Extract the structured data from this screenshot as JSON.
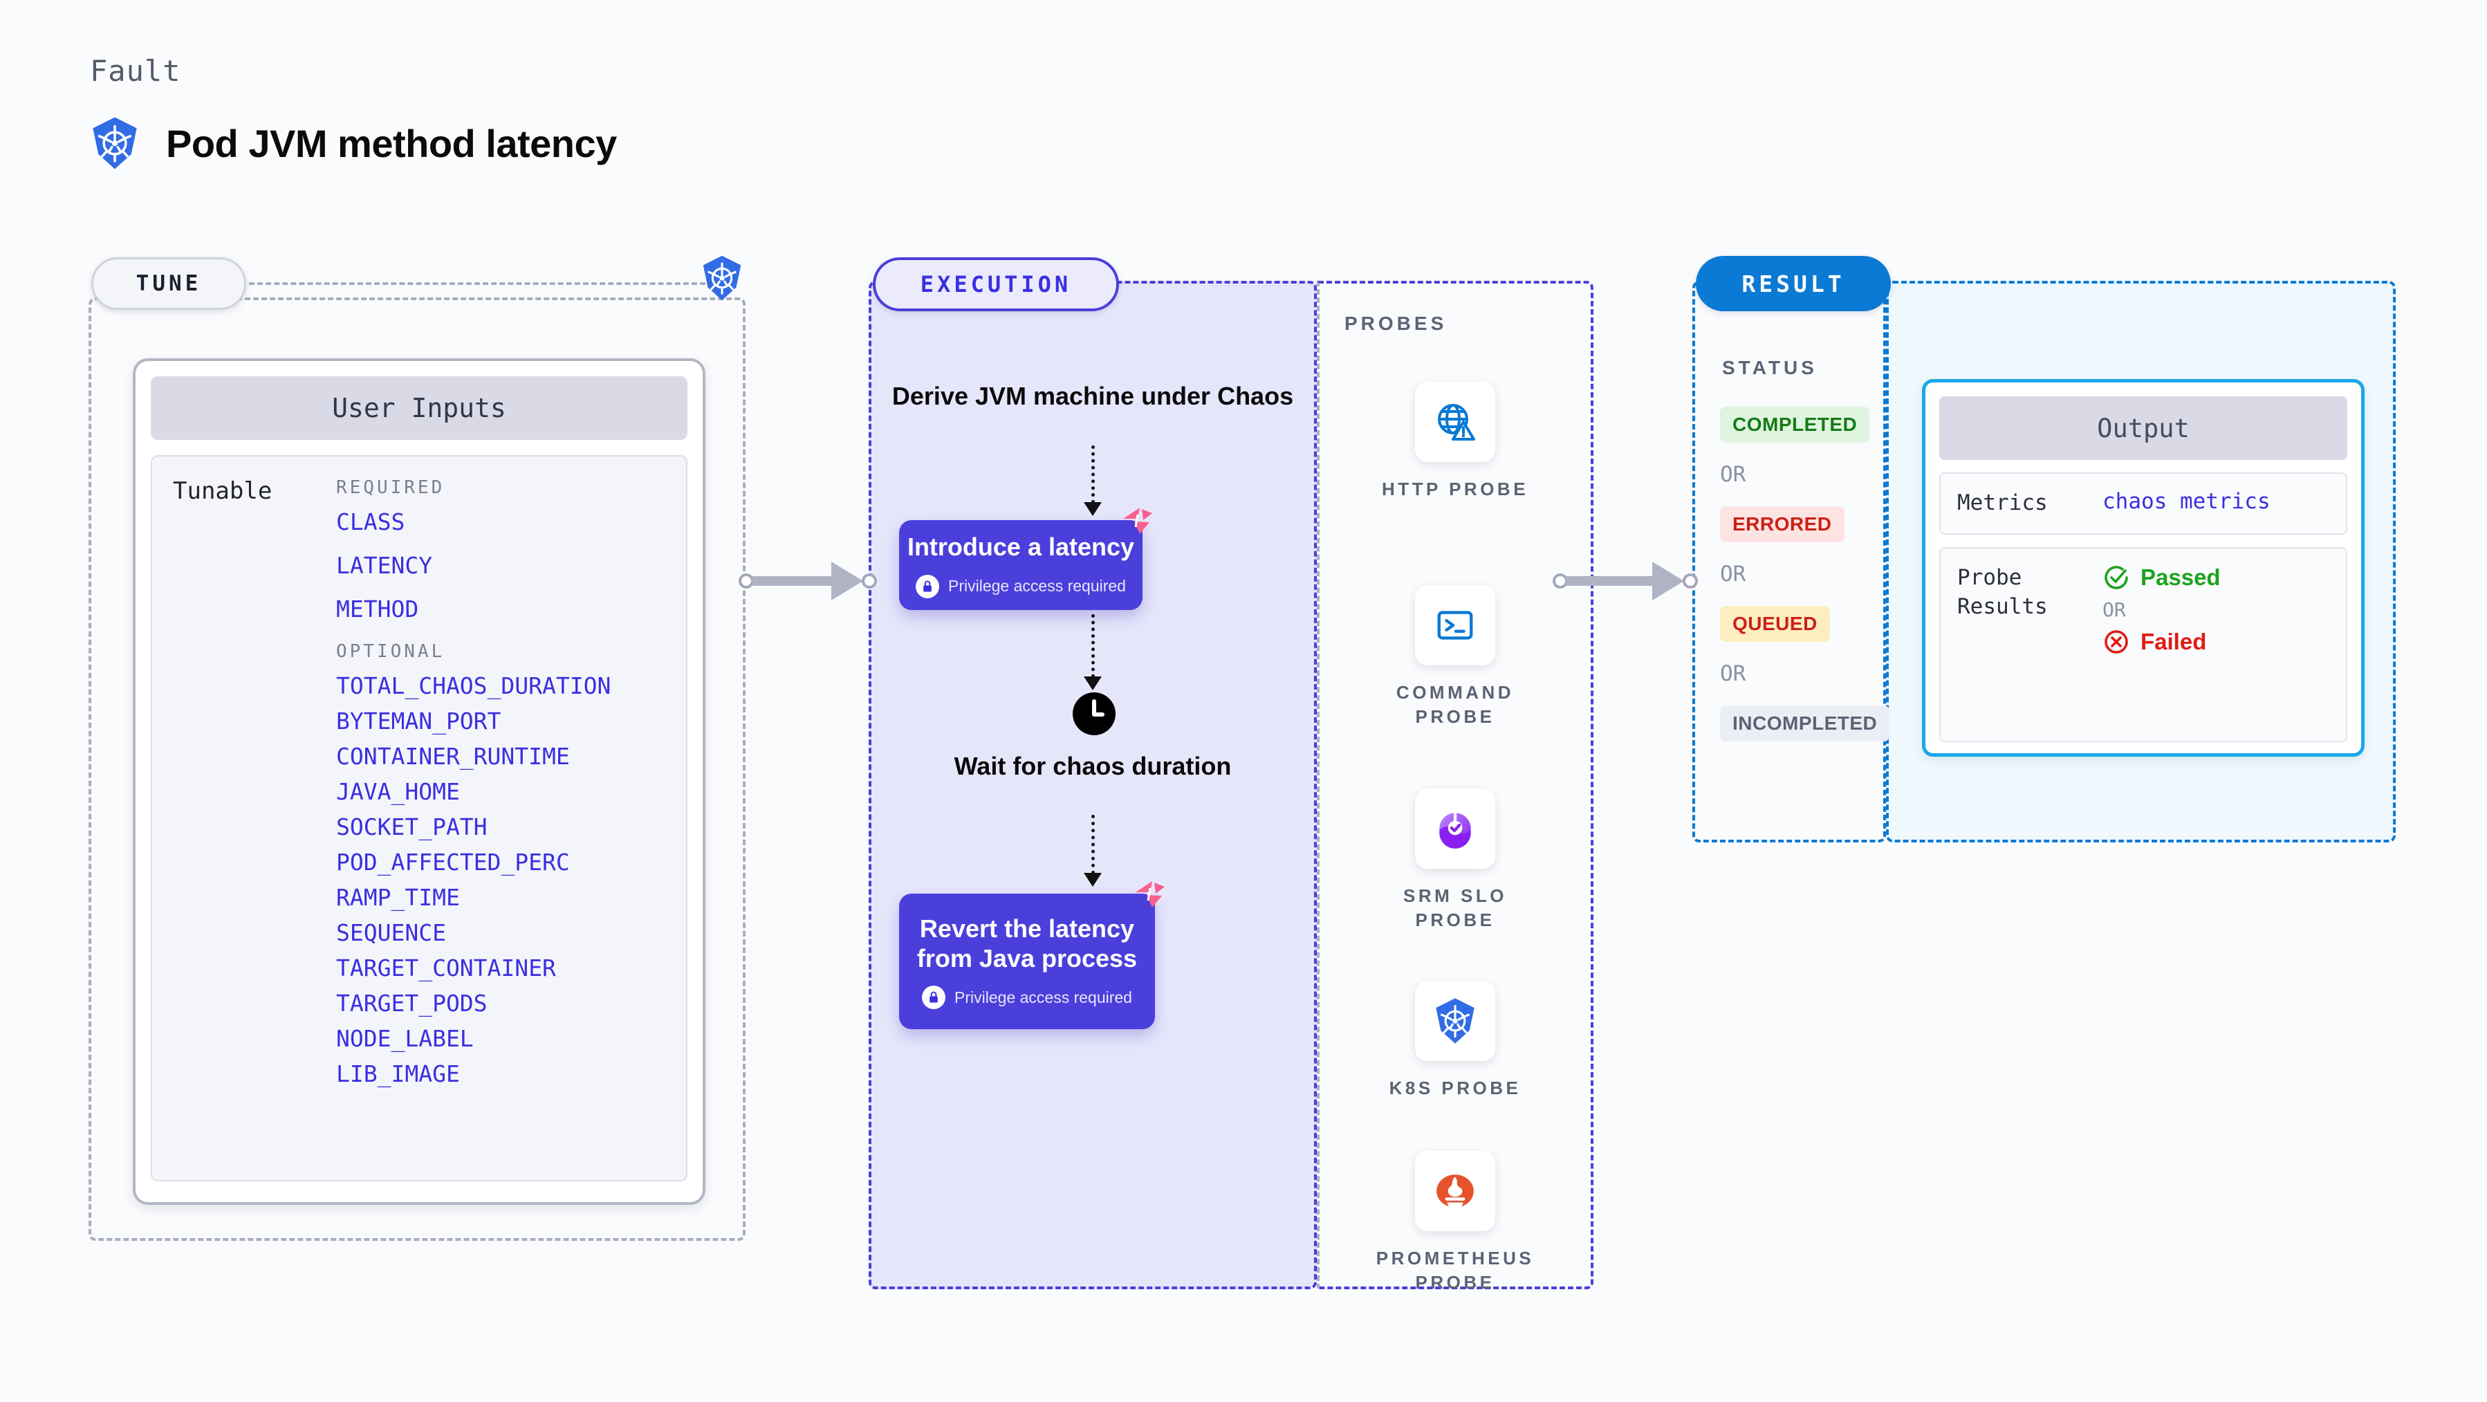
{
  "header": {
    "kicker": "Fault",
    "title": "Pod JVM method latency",
    "icon": "kubernetes-icon"
  },
  "tune": {
    "pill_label": "TUNE",
    "badge_icon": "kubernetes-icon",
    "card": {
      "title": "User Inputs",
      "row_label": "Tunable",
      "required_label": "REQUIRED",
      "required": [
        "CLASS",
        "LATENCY",
        "METHOD"
      ],
      "optional_label": "OPTIONAL",
      "optional": [
        "TOTAL_CHAOS_DURATION",
        "BYTEMAN_PORT",
        "CONTAINER_RUNTIME",
        "JAVA_HOME",
        "SOCKET_PATH",
        "POD_AFFECTED_PERC",
        "RAMP_TIME",
        "SEQUENCE",
        "TARGET_CONTAINER",
        "TARGET_PODS",
        "NODE_LABEL",
        "LIB_IMAGE"
      ]
    }
  },
  "execution": {
    "pill_label": "EXECUTION",
    "steps": [
      {
        "type": "text",
        "label": "Derive JVM machine\nunder Chaos"
      },
      {
        "type": "card",
        "label": "Introduce a latency",
        "privilege": "Privilege access required",
        "badge": "litmus-mark-icon",
        "lock": "lock-icon"
      },
      {
        "type": "clock",
        "icon": "clock-icon",
        "label": "Wait for chaos\nduration"
      },
      {
        "type": "card",
        "label": "Revert the latency\nfrom Java process",
        "privilege": "Privilege access required",
        "badge": "litmus-mark-icon",
        "lock": "lock-icon"
      }
    ]
  },
  "probes": {
    "title": "PROBES",
    "items": [
      {
        "name": "HTTP PROBE",
        "icon": "globe-warning-icon"
      },
      {
        "name": "COMMAND\nPROBE",
        "icon": "terminal-icon"
      },
      {
        "name": "SRM SLO\nPROBE",
        "icon": "srm-slo-icon"
      },
      {
        "name": "K8S PROBE",
        "icon": "kubernetes-icon"
      },
      {
        "name": "PROMETHEUS\nPROBE",
        "icon": "prometheus-icon"
      }
    ]
  },
  "result": {
    "pill_label": "RESULT",
    "status_label": "STATUS",
    "or_label": "OR",
    "statuses": [
      {
        "label": "COMPLETED",
        "bg": "#dff5df",
        "fg": "#177a18"
      },
      {
        "label": "ERRORED",
        "bg": "#fde4e2",
        "fg": "#cc2016"
      },
      {
        "label": "QUEUED",
        "bg": "#fdeec2",
        "fg": "#cc2016"
      },
      {
        "label": "INCOMPLETED",
        "bg": "#eceef5",
        "fg": "#5d6274"
      }
    ],
    "output": {
      "title": "Output",
      "metrics_key": "Metrics",
      "metrics_value": "chaos metrics",
      "probe_key": "Probe\nResults",
      "passed": "Passed",
      "or": "OR",
      "failed": "Failed",
      "passed_color": "#1da31d",
      "failed_color": "#e01b13"
    }
  },
  "colors": {
    "accent_purple": "#4b3fdb",
    "accent_blue": "#0b7ad4",
    "accent_pink": "#f8608f",
    "k8s_blue": "#326ce5"
  }
}
